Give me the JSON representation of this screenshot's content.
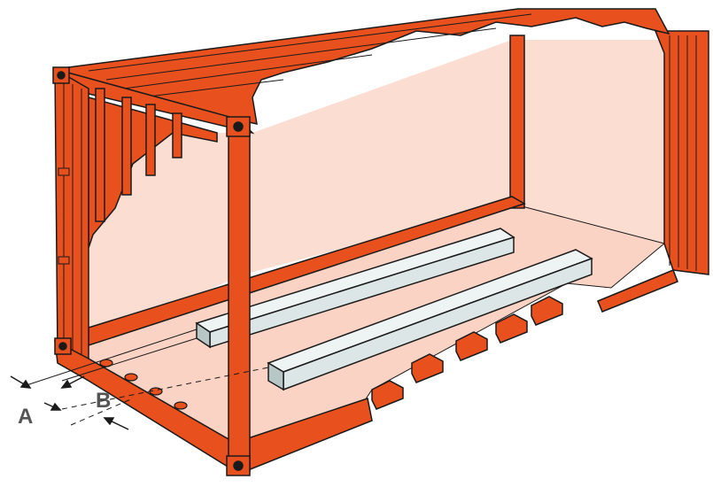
{
  "labels": {
    "dimension_a": "A",
    "dimension_b": "B"
  },
  "colors": {
    "frame": "#E8501E",
    "frame_dark": "#B53A12",
    "interior": "#FCDDD1",
    "floor": "#FAD3C4",
    "beam": "#DDE6E6",
    "beam_shade": "#B9C6C6",
    "outline": "#1A1A1A",
    "label": "#555555"
  },
  "icons": [
    "container-frame",
    "floor-cross-members",
    "cargo-beam"
  ]
}
